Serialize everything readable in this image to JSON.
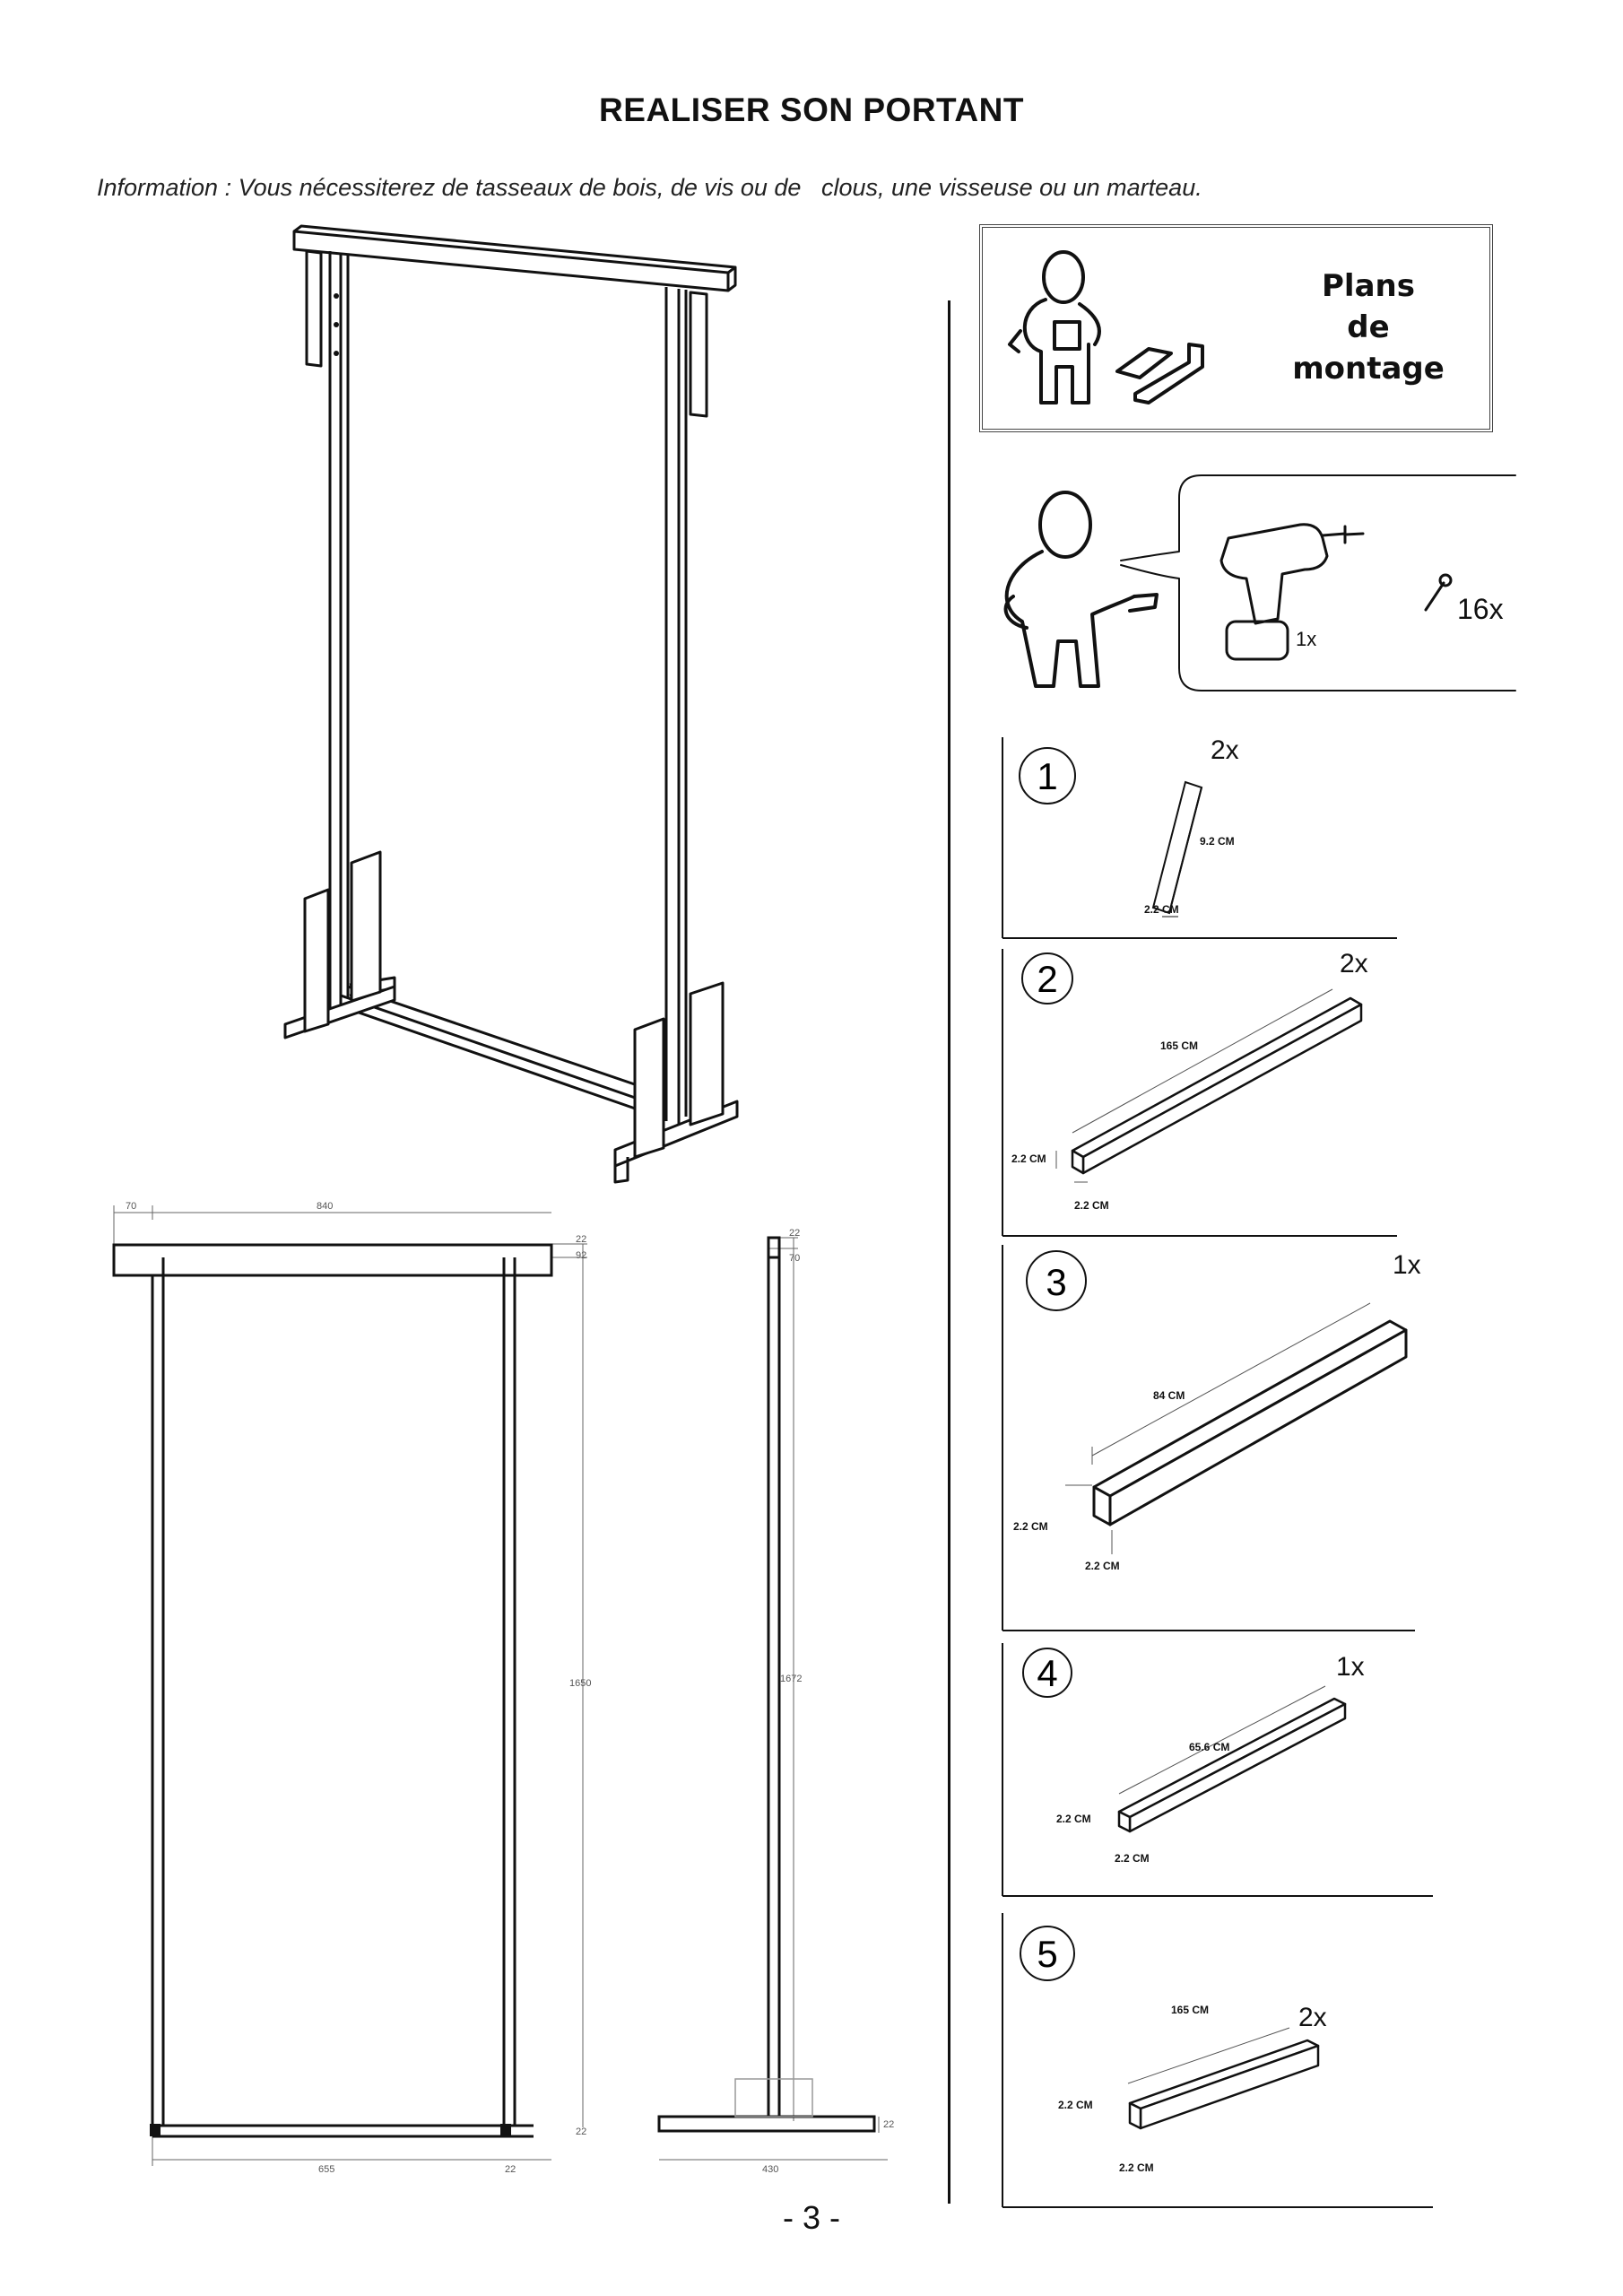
{
  "page": {
    "title": "REALISER SON PORTANT",
    "info": "Information : Vous nécessiterez de tasseaux de bois, de vis ou de   clous, une visseuse ou un marteau.",
    "page_number": "- 3 -"
  },
  "plans_box": {
    "line1": "Plans",
    "line2": "de",
    "line3": "montage"
  },
  "tools": {
    "drill_qty": "1x",
    "screw_qty": "16x"
  },
  "dimensions": {
    "front": {
      "d70": "70",
      "d840": "840",
      "d22a": "22",
      "d92": "92",
      "d1650": "1650",
      "d22b": "22",
      "d655": "655",
      "d22c": "22"
    },
    "side": {
      "d22a": "22",
      "d70": "70",
      "d1672": "1672",
      "d22b": "22",
      "d430": "430"
    }
  },
  "steps": [
    {
      "num": "1",
      "qty": "2x",
      "length": "9.2 CM",
      "width": "2.2 CM"
    },
    {
      "num": "2",
      "qty": "2x",
      "length": "165 CM",
      "height": "2.2 CM",
      "width": "2.2 CM"
    },
    {
      "num": "3",
      "qty": "1x",
      "length": "84 CM",
      "height": "2.2 CM",
      "width": "2.2 CM"
    },
    {
      "num": "4",
      "qty": "1x",
      "length": "65.6 CM",
      "height": "2.2 CM",
      "width": "2.2 CM"
    },
    {
      "num": "5",
      "qty": "2x",
      "length": "165 CM",
      "height": "2.2 CM",
      "width": "2.2 CM"
    }
  ]
}
